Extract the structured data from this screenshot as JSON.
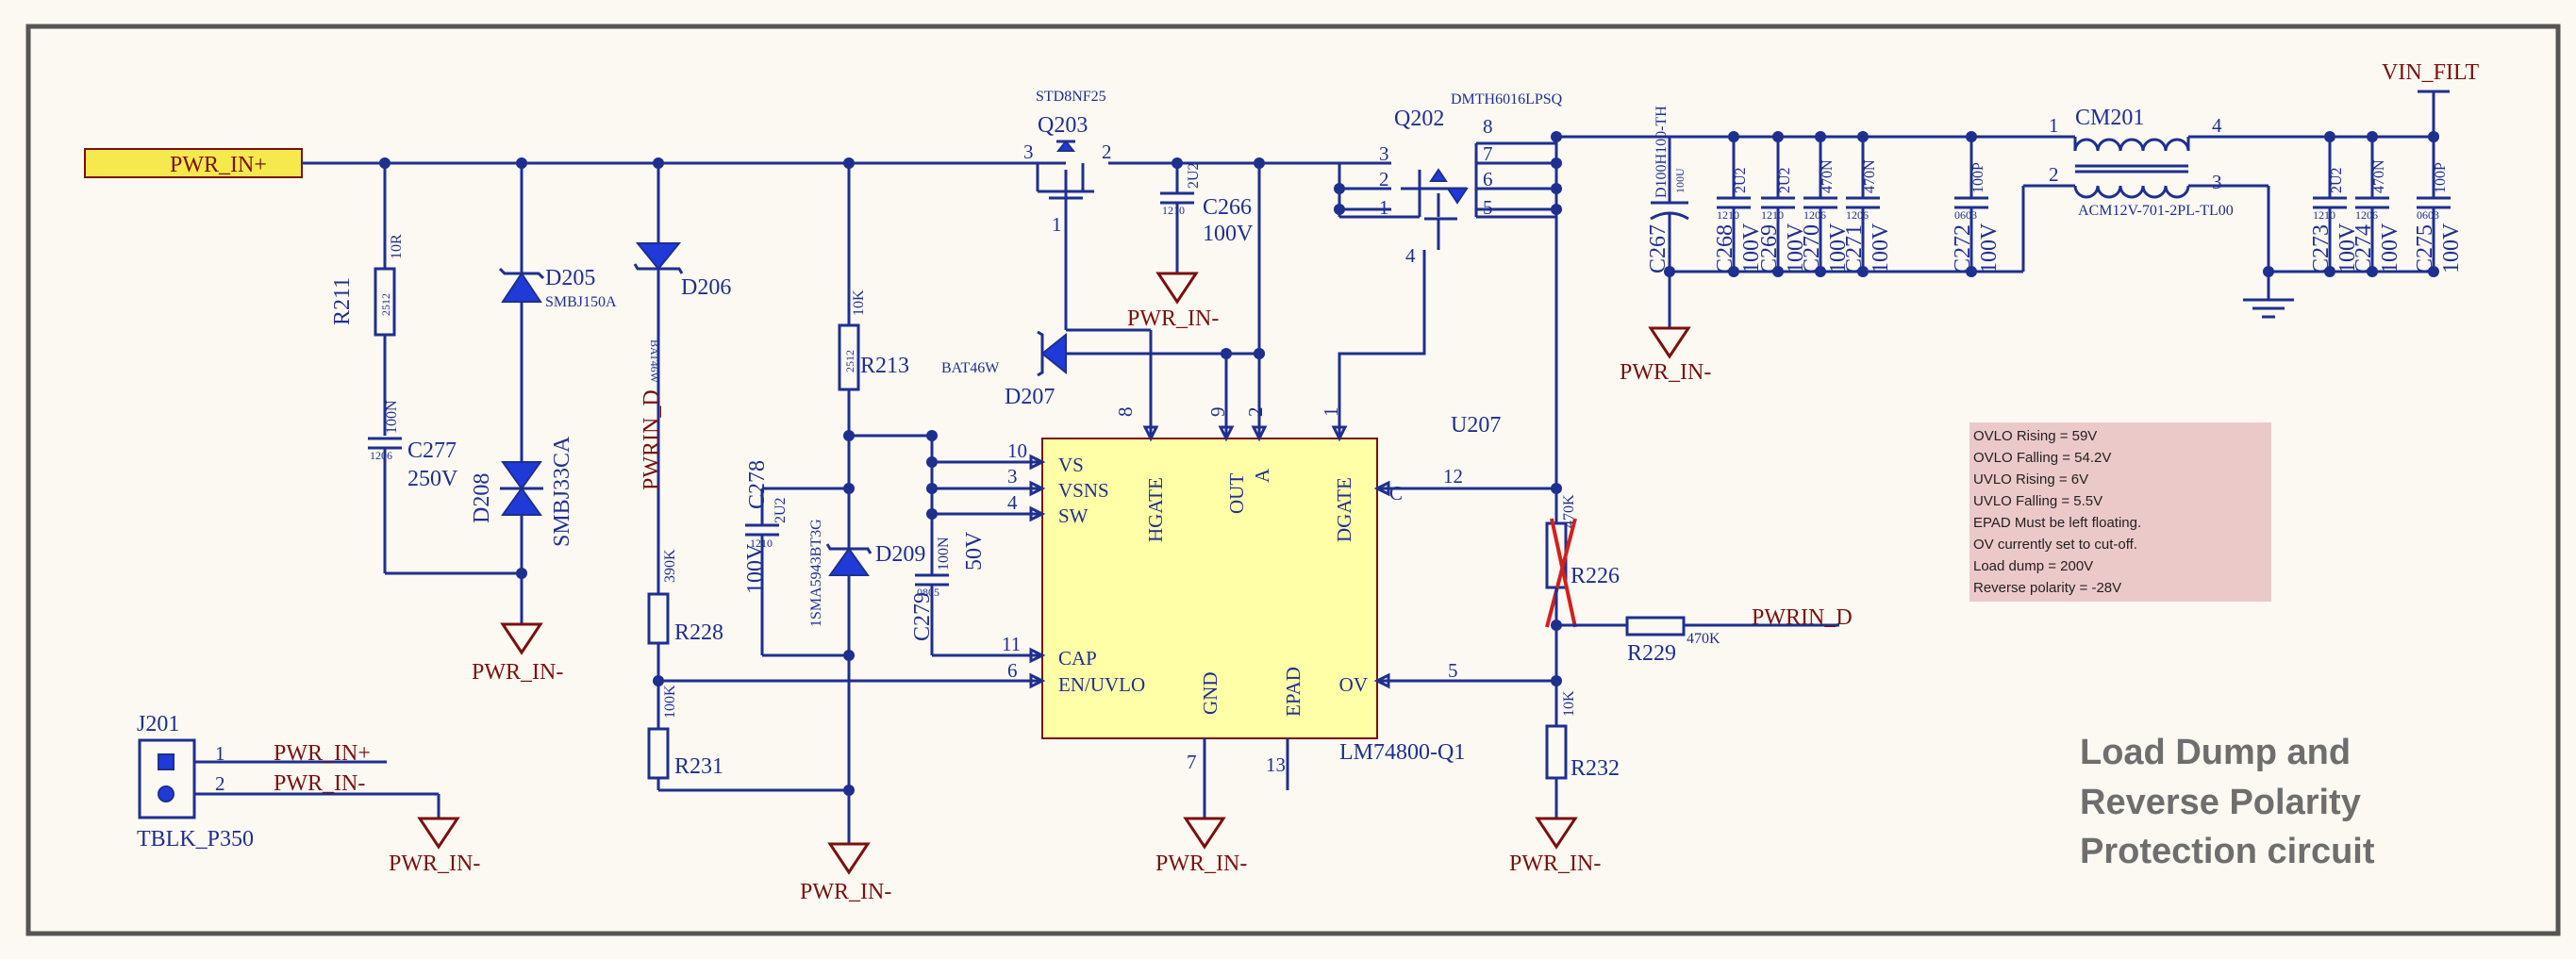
{
  "colors": {
    "wire": "#1f2f8f",
    "symbol_fill": "#1f3ad6",
    "net_label": "#7a1010",
    "ic_fill": "#ffffa8",
    "ic_border": "#7a1010",
    "note_bg": "#ecc9c9",
    "title": "#6e6e6e",
    "frame": "#555555",
    "background": "#fbf9f1"
  },
  "nets": {
    "pwr_in_plus": "PWR_IN+",
    "pwr_in_minus": "PWR_IN-",
    "pwrin_d": "PWRIN_D",
    "vin_filt": "VIN_FILT"
  },
  "ic": {
    "designator": "U207",
    "part": "LM74800-Q1",
    "pins_left": [
      {
        "name": "VS",
        "num": "10"
      },
      {
        "name": "VSNS",
        "num": "3"
      },
      {
        "name": "SW",
        "num": "4"
      },
      {
        "name": "CAP",
        "num": "11"
      },
      {
        "name": "EN/UVLO",
        "num": "6"
      }
    ],
    "pins_top": [
      {
        "name": "HGATE",
        "num": "8"
      },
      {
        "name": "OUT",
        "num": "9"
      },
      {
        "name": "A",
        "num": "2"
      },
      {
        "name": "DGATE",
        "num": "1"
      }
    ],
    "pins_right": [
      {
        "name": "C",
        "num": "12"
      },
      {
        "name": "OV",
        "num": "5"
      }
    ],
    "pins_bottom": [
      {
        "name": "GND",
        "num": "7"
      },
      {
        "name": "EPAD",
        "num": "13"
      }
    ]
  },
  "components": {
    "q203": {
      "ref": "Q203",
      "part": "STD8NF25",
      "pins": [
        "3",
        "2",
        "1"
      ]
    },
    "q202": {
      "ref": "Q202",
      "part": "DMTH6016LPSQ",
      "pins": [
        "8",
        "7",
        "6",
        "5",
        "3",
        "2",
        "1",
        "4"
      ]
    },
    "r211": {
      "ref": "R211",
      "value": "10R",
      "pkg": "2512"
    },
    "c277": {
      "ref": "C277",
      "value": "100N",
      "pkg": "1206",
      "voltage": "250V"
    },
    "d205": {
      "ref": "D205",
      "part": "SMBJ150A"
    },
    "d208": {
      "ref": "D208",
      "part": "SMBJ33CA"
    },
    "d206": {
      "ref": "D206",
      "part": "BAT46W"
    },
    "r213": {
      "ref": "R213",
      "value": "10K",
      "pkg": "2512"
    },
    "d207": {
      "ref": "D207",
      "part": "BAT46W"
    },
    "c278": {
      "ref": "C278",
      "value": "2U2",
      "pkg": "1210",
      "voltage": "100V"
    },
    "d209": {
      "ref": "D209",
      "part": "1SMA5943BT3G"
    },
    "c279": {
      "ref": "C279",
      "value": "100N",
      "pkg": "0805",
      "voltage": "50V"
    },
    "r228": {
      "ref": "R228",
      "value": "390K"
    },
    "r231": {
      "ref": "R231",
      "value": "100K"
    },
    "c266": {
      "ref": "C266",
      "value": "2U2",
      "pkg": "1210",
      "voltage": "100V"
    },
    "c267": {
      "ref": "C267",
      "value": "100U",
      "part": "D100H100-TH"
    },
    "r226": {
      "ref": "R226",
      "value": "470K"
    },
    "r229": {
      "ref": "R229",
      "value": "470K"
    },
    "r232": {
      "ref": "R232",
      "value": "10K"
    },
    "cm201": {
      "ref": "CM201",
      "part": "ACM12V-701-2PL-TL00",
      "pins": [
        "1",
        "4",
        "2",
        "3"
      ]
    },
    "j201": {
      "ref": "J201",
      "part": "TBLK_P350",
      "pins": [
        "1",
        "2"
      ]
    }
  },
  "filter_caps": [
    {
      "ref": "C268",
      "value": "2U2",
      "pkg": "1210",
      "voltage": "100V"
    },
    {
      "ref": "C269",
      "value": "2U2",
      "pkg": "1210",
      "voltage": "100V"
    },
    {
      "ref": "C270",
      "value": "470N",
      "pkg": "1206",
      "voltage": "100V"
    },
    {
      "ref": "C271",
      "value": "470N",
      "pkg": "1206",
      "voltage": "100V"
    },
    {
      "ref": "C272",
      "value": "100P",
      "pkg": "0603",
      "voltage": "100V"
    },
    {
      "ref": "C273",
      "value": "2U2",
      "pkg": "1210",
      "voltage": "100V"
    },
    {
      "ref": "C274",
      "value": "470N",
      "pkg": "1206",
      "voltage": "100V"
    },
    {
      "ref": "C275",
      "value": "100P",
      "pkg": "0603",
      "voltage": "100V"
    }
  ],
  "notes": [
    "OVLO Rising = 59V",
    "OVLO Falling = 54.2V",
    "UVLO Rising = 6V",
    "UVLO Falling = 5.5V",
    "EPAD Must be left floating.",
    "OV currently set to cut-off.",
    "Load dump = 200V",
    "Reverse polarity = -28V"
  ],
  "title_lines": [
    "Load Dump and",
    "Reverse Polarity",
    "Protection circuit"
  ]
}
